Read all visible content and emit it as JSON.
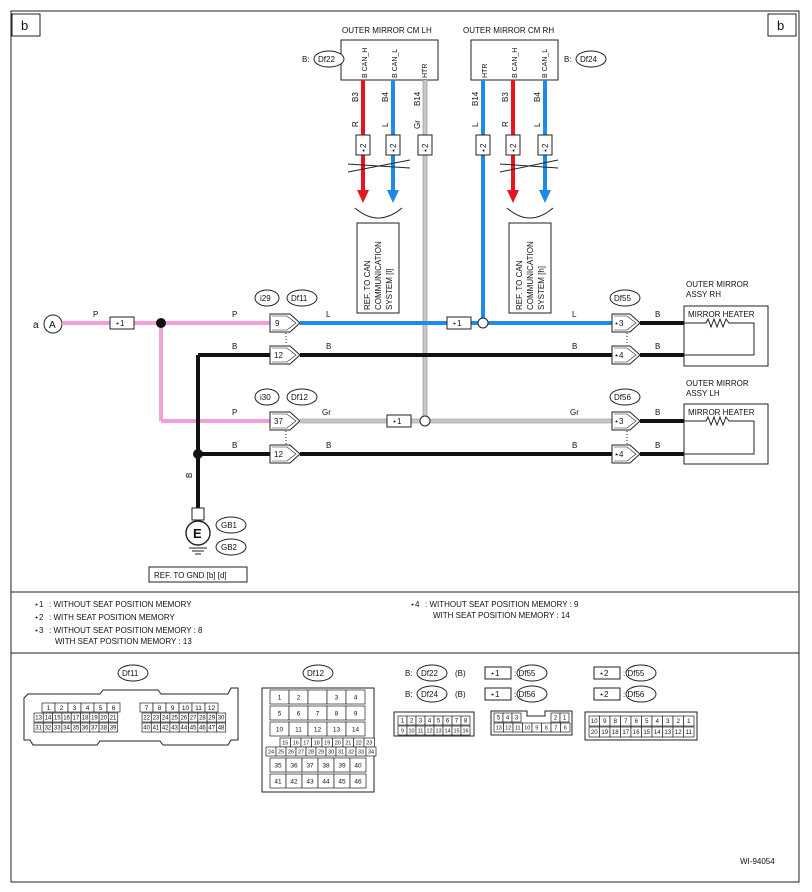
{
  "corner_label": "b",
  "colors": {
    "pink": "#f4a0d8",
    "blue": "#1e8be8",
    "red": "#e8141e",
    "gray": "#c8c8c8",
    "black": "#111111"
  },
  "mirror_lh": {
    "title": "OUTER MIRROR CM LH",
    "connector": "Df22",
    "connector_prefix": "B:",
    "pins": [
      "B CAN_H",
      "B CAN_L",
      "HTR"
    ],
    "pin_ids": [
      "B3",
      "B4",
      "B14"
    ],
    "wire_colors": [
      "R",
      "L",
      "Gr"
    ],
    "notes": [
      "⋆2",
      "⋆2",
      "⋆2"
    ],
    "ref_text": [
      "REF. TO CAN",
      "COMMUNICATION",
      "SYSTEM [l]"
    ]
  },
  "mirror_rh": {
    "title": "OUTER MIRROR CM RH",
    "connector": "Df24",
    "connector_prefix": "B:",
    "pins": [
      "HTR",
      "B CAN_H",
      "B CAN_L"
    ],
    "pin_ids": [
      "B14",
      "B3",
      "B4"
    ],
    "wire_colors": [
      "L",
      "R",
      "L"
    ],
    "notes": [
      "⋆2",
      "⋆2",
      "⋆2"
    ],
    "ref_text": [
      "REF. TO CAN",
      "COMMUNICATION",
      "SYSTEM [h]"
    ]
  },
  "input": {
    "prefix": "a",
    "symbol": "A"
  },
  "wires": {
    "p_top": "P",
    "p_mid": "P",
    "p_bot": "P",
    "b": "B",
    "l": "L",
    "gr": "Gr",
    "note1": "⋆1"
  },
  "connectors": {
    "i29": "i29",
    "df11": "Df11",
    "i30": "i30",
    "df12": "Df12",
    "df55": "Df55",
    "df56": "Df56",
    "pin9": "9",
    "pin12a": "12",
    "pin37": "37",
    "pin12b": "12",
    "pin_s3": "⋆3",
    "pin_s4": "⋆4"
  },
  "heater_rh": {
    "title1": "OUTER MIRROR",
    "title2": "ASSY RH",
    "label": "MIRROR HEATER"
  },
  "heater_lh": {
    "title1": "OUTER MIRROR",
    "title2": "ASSY LH",
    "label": "MIRROR HEATER"
  },
  "ground": {
    "symbol": "E",
    "gb1": "GB1",
    "gb2": "GB2",
    "ref": "REF. TO GND [b] [d]"
  },
  "notes": [
    {
      "mark": "⋆1",
      "text": ": WITHOUT SEAT POSITION MEMORY"
    },
    {
      "mark": "⋆2",
      "text": ": WITH SEAT POSITION MEMORY"
    },
    {
      "mark": "⋆3",
      "text": ": WITHOUT SEAT POSITION MEMORY  : 8"
    },
    {
      "mark": "",
      "text": "WITH SEAT POSITION MEMORY  : 13"
    },
    {
      "mark": "⋆4",
      "text": ": WITHOUT SEAT POSITION MEMORY  : 9"
    },
    {
      "mark": "",
      "text": "WITH SEAT POSITION MEMORY  : 14"
    }
  ],
  "legend": {
    "df11": "Df11",
    "df12": "Df12",
    "b1": "B:",
    "df22": "Df22",
    "b1s": "(B)",
    "b2": "B:",
    "df24": "Df24",
    "b2s": "(B)",
    "s1": "⋆1",
    "df55a": ": Df55",
    "s1b": "⋆1",
    "df56a": ": Df56",
    "s2": "⋆2",
    "df55b": ": Df55",
    "s2b": "⋆2",
    "df56b": ": Df56"
  },
  "df11_pins": {
    "row1a": [
      "1",
      "2",
      "3",
      "4",
      "5",
      "6"
    ],
    "row1b": [
      "7",
      "8",
      "9",
      "10",
      "11",
      "12"
    ],
    "row2a": [
      "13",
      "14",
      "15",
      "16",
      "17",
      "18",
      "19",
      "20",
      "21"
    ],
    "row2b": [
      "22",
      "23",
      "24",
      "25",
      "26",
      "27",
      "28",
      "29",
      "30"
    ],
    "row3a": [
      "31",
      "32",
      "33",
      "34",
      "35",
      "36",
      "37",
      "38",
      "39"
    ],
    "row3b": [
      "40",
      "41",
      "42",
      "43",
      "44",
      "45",
      "46",
      "47",
      "48"
    ]
  },
  "df12_pins": {
    "r1": [
      "1",
      "2",
      "",
      "3",
      "4"
    ],
    "r2": [
      "5",
      "6",
      "7",
      "8",
      "9"
    ],
    "r3": [
      "10",
      "11",
      "12",
      "13",
      "14"
    ],
    "r4": [
      "15",
      "16",
      "17",
      "18",
      "19",
      "20",
      "21",
      "22",
      "23"
    ],
    "r5": [
      "24",
      "25",
      "26",
      "27",
      "28",
      "29",
      "30",
      "31",
      "32",
      "33",
      "34"
    ],
    "r6": [
      "35",
      "36",
      "37",
      "38",
      "39",
      "40"
    ],
    "r7": [
      "41",
      "42",
      "43",
      "44",
      "45",
      "46"
    ]
  },
  "df22_pins": {
    "r1": [
      "1",
      "2",
      "3",
      "4",
      "5",
      "6",
      "7",
      "8"
    ],
    "r2": [
      "9",
      "10",
      "11",
      "12",
      "13",
      "14",
      "15",
      "16"
    ]
  },
  "df55_pins": {
    "r1a": [
      "5",
      "4",
      "3"
    ],
    "r1b": [
      "2",
      "1"
    ],
    "r2": [
      "13",
      "12",
      "11",
      "10",
      "9",
      "8",
      "7",
      "6"
    ]
  },
  "df55b_pins": {
    "r1": [
      "10",
      "9",
      "8",
      "7",
      "6",
      "5",
      "4",
      "3",
      "2",
      "1"
    ],
    "r2": [
      "20",
      "19",
      "18",
      "17",
      "16",
      "15",
      "14",
      "13",
      "12",
      "11"
    ]
  },
  "figure_id": "WI-94054"
}
